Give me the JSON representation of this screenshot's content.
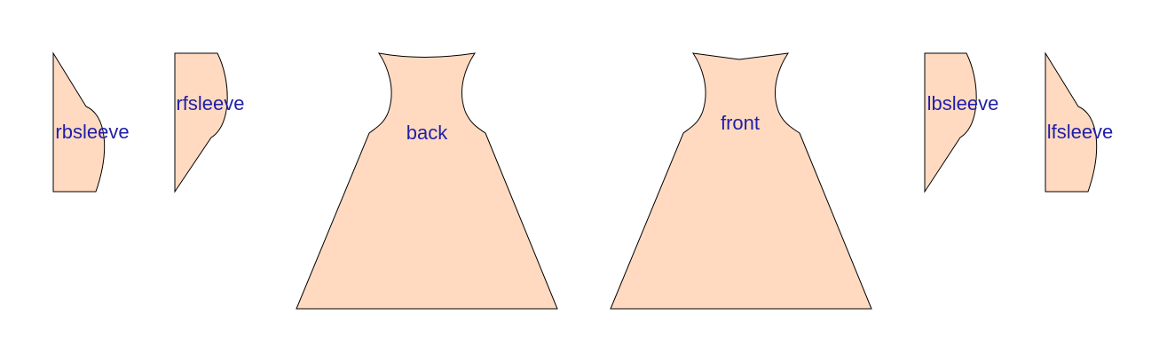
{
  "colors": {
    "background": "#ffffff",
    "piece_fill": "#FFDAC1",
    "piece_stroke": "#000000",
    "label_color": "#1F1FA8"
  },
  "pieces": {
    "rbsleeve": {
      "label": "rbsleeve"
    },
    "rfsleeve": {
      "label": "rfsleeve"
    },
    "back": {
      "label": "back"
    },
    "front": {
      "label": "front"
    },
    "lbsleeve": {
      "label": "lbsleeve"
    },
    "lfsleeve": {
      "label": "lfsleeve"
    }
  }
}
